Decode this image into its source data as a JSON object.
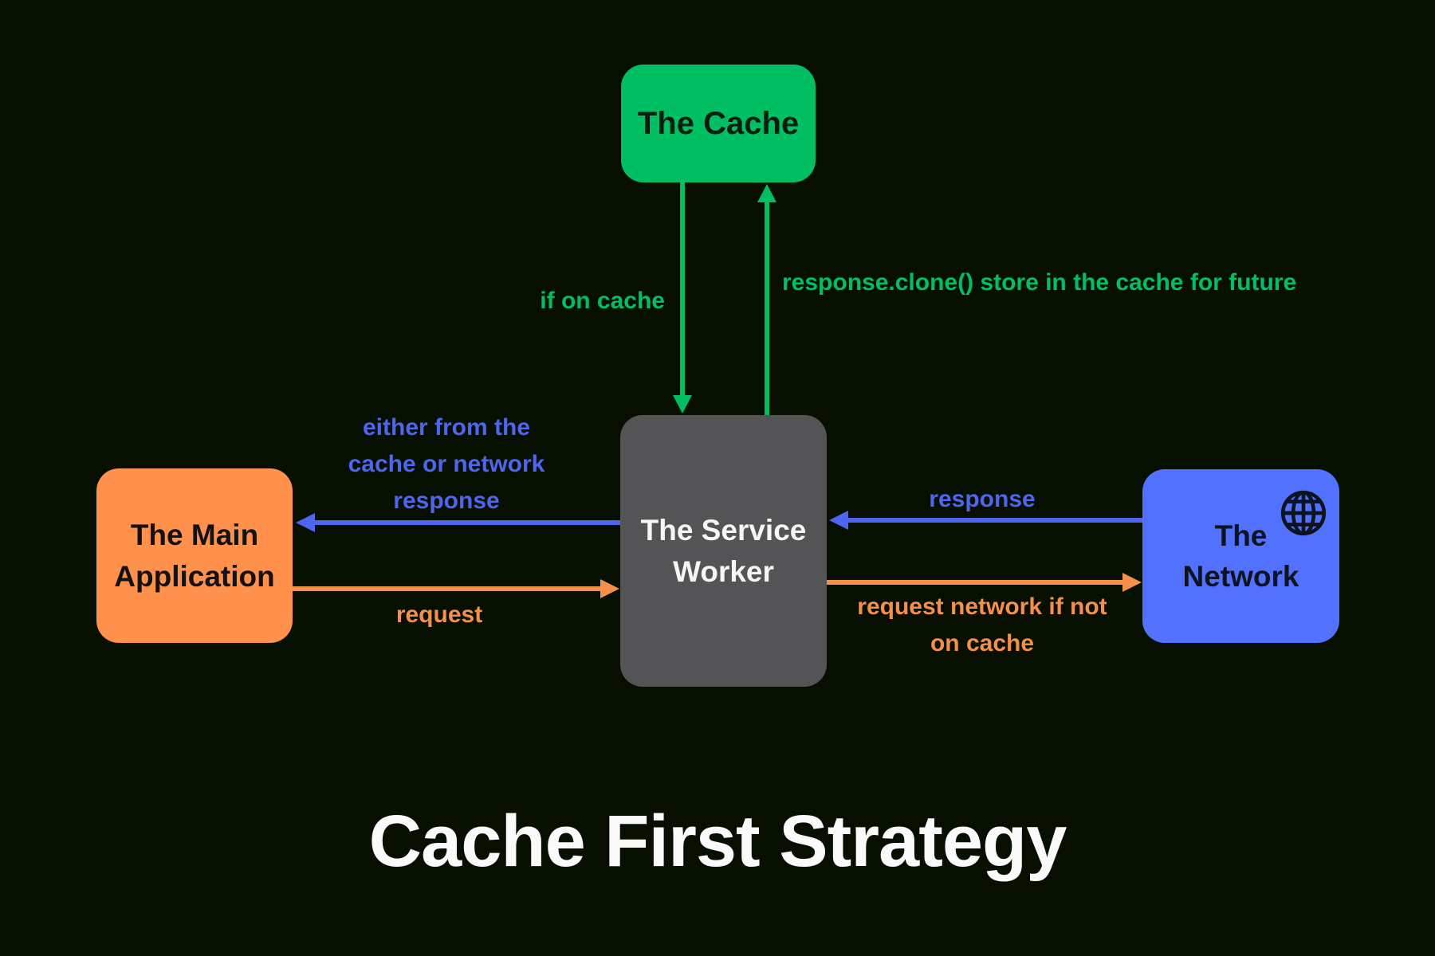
{
  "title": "Cache First Strategy",
  "colors": {
    "background": "#071000",
    "green": "#00bf63",
    "orange": "#ff914d",
    "orange_line": "#f5904a",
    "blue": "#5271ff",
    "blue_line": "#4d65ef",
    "gray": "#545456",
    "title_text": "#fafafa",
    "node_text_dark": "#0b1c10",
    "node_text_light": "#f6f6f6"
  },
  "nodes": {
    "cache": {
      "label": "The Cache"
    },
    "service_worker": {
      "lines": [
        "The Service",
        "Worker"
      ]
    },
    "main_application": {
      "lines": [
        "The Main",
        "Application"
      ]
    },
    "network": {
      "lines": [
        "The",
        "Network"
      ],
      "icon": "globe-icon"
    }
  },
  "edges": {
    "cache_to_sw": {
      "from": "cache",
      "to": "service_worker",
      "label": "if on cache",
      "color": "#00bf63"
    },
    "sw_to_cache": {
      "from": "service_worker",
      "to": "cache",
      "lines": [
        "response.clone()",
        "store in the cache for",
        "future"
      ],
      "color": "#00bf63"
    },
    "sw_to_app": {
      "from": "service_worker",
      "to": "main_application",
      "lines": [
        "either from the",
        "cache or network",
        "response"
      ],
      "color": "#4d65ef"
    },
    "app_to_sw": {
      "from": "main_application",
      "to": "service_worker",
      "label": "request",
      "color": "#f5904a"
    },
    "net_to_sw": {
      "from": "network",
      "to": "service_worker",
      "label": "response",
      "color": "#4d65ef"
    },
    "sw_to_net": {
      "from": "service_worker",
      "to": "network",
      "lines": [
        "request network",
        "if not on cache"
      ],
      "color": "#f5904a"
    }
  }
}
